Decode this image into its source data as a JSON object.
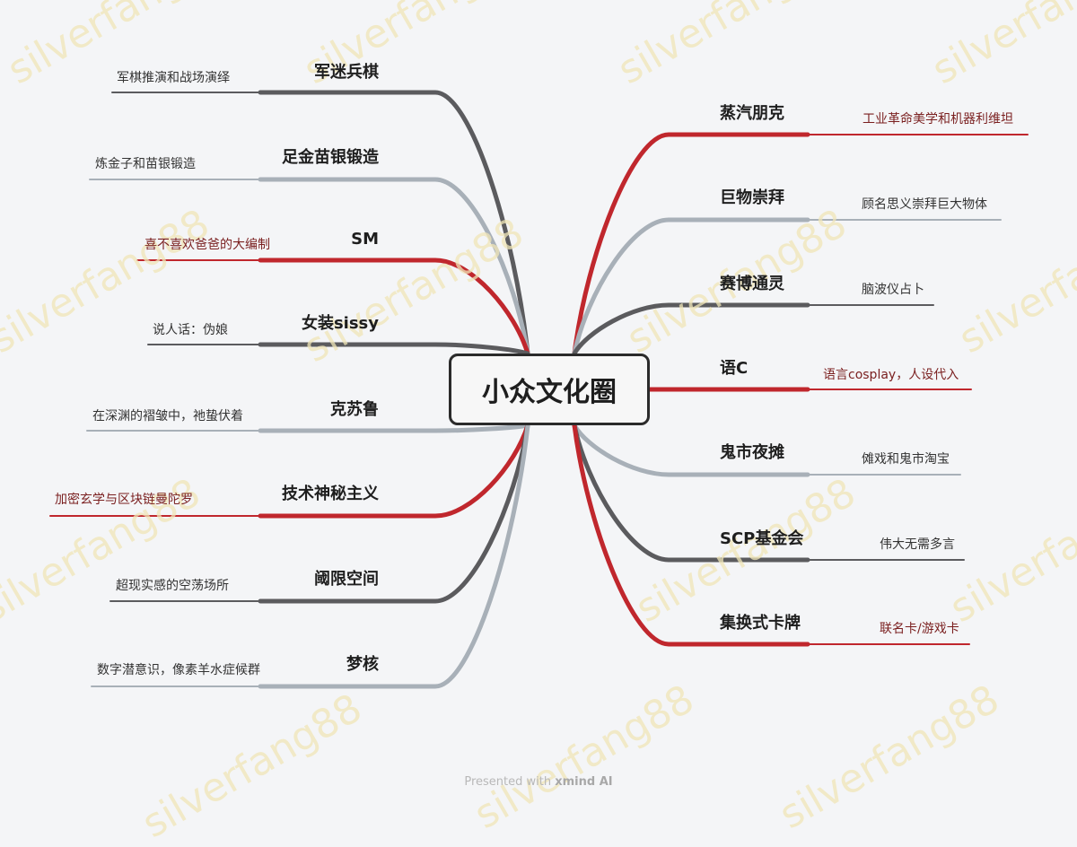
{
  "center": {
    "title": "小众文化圈"
  },
  "watermark": {
    "text": "silverfang88"
  },
  "footer": {
    "prefix": "Presented with",
    "brand": "xmind AI"
  },
  "colors": {
    "red": "#c0272d",
    "dark": "#5b5b5e",
    "light": "#a8b0b8"
  },
  "left_topics": [
    {
      "label": "军迷兵棋",
      "note": "军棋推演和战场演绎",
      "color": "dark"
    },
    {
      "label": "足金苗银锻造",
      "note": "炼金子和苗银锻造",
      "color": "light"
    },
    {
      "label": "SM",
      "note": "喜不喜欢爸爸的大编制",
      "color": "red"
    },
    {
      "label": "女装sissy",
      "note": "说人话：伪娘",
      "color": "dark"
    },
    {
      "label": "克苏鲁",
      "note": "在深渊的褶皱中，祂蛰伏着",
      "color": "light"
    },
    {
      "label": "技术神秘主义",
      "note": "加密玄学与区块链曼陀罗",
      "color": "red"
    },
    {
      "label": "阈限空间",
      "note": "超现实感的空荡场所",
      "color": "dark"
    },
    {
      "label": "梦核",
      "note": "数字潜意识，像素羊水症候群",
      "color": "light"
    }
  ],
  "right_topics": [
    {
      "label": "蒸汽朋克",
      "note": "工业革命美学和机器利维坦",
      "color": "red"
    },
    {
      "label": "巨物崇拜",
      "note": "顾名思义崇拜巨大物体",
      "color": "light"
    },
    {
      "label": "赛博通灵",
      "note": "脑波仪占卜",
      "color": "dark"
    },
    {
      "label": "语C",
      "note": "语言cosplay，人设代入",
      "color": "red"
    },
    {
      "label": "鬼市夜摊",
      "note": "傩戏和鬼市淘宝",
      "color": "light"
    },
    {
      "label": "SCP基金会",
      "note": "伟大无需多言",
      "color": "dark"
    },
    {
      "label": "集换式卡牌",
      "note": "联名卡/游戏卡",
      "color": "red"
    }
  ]
}
